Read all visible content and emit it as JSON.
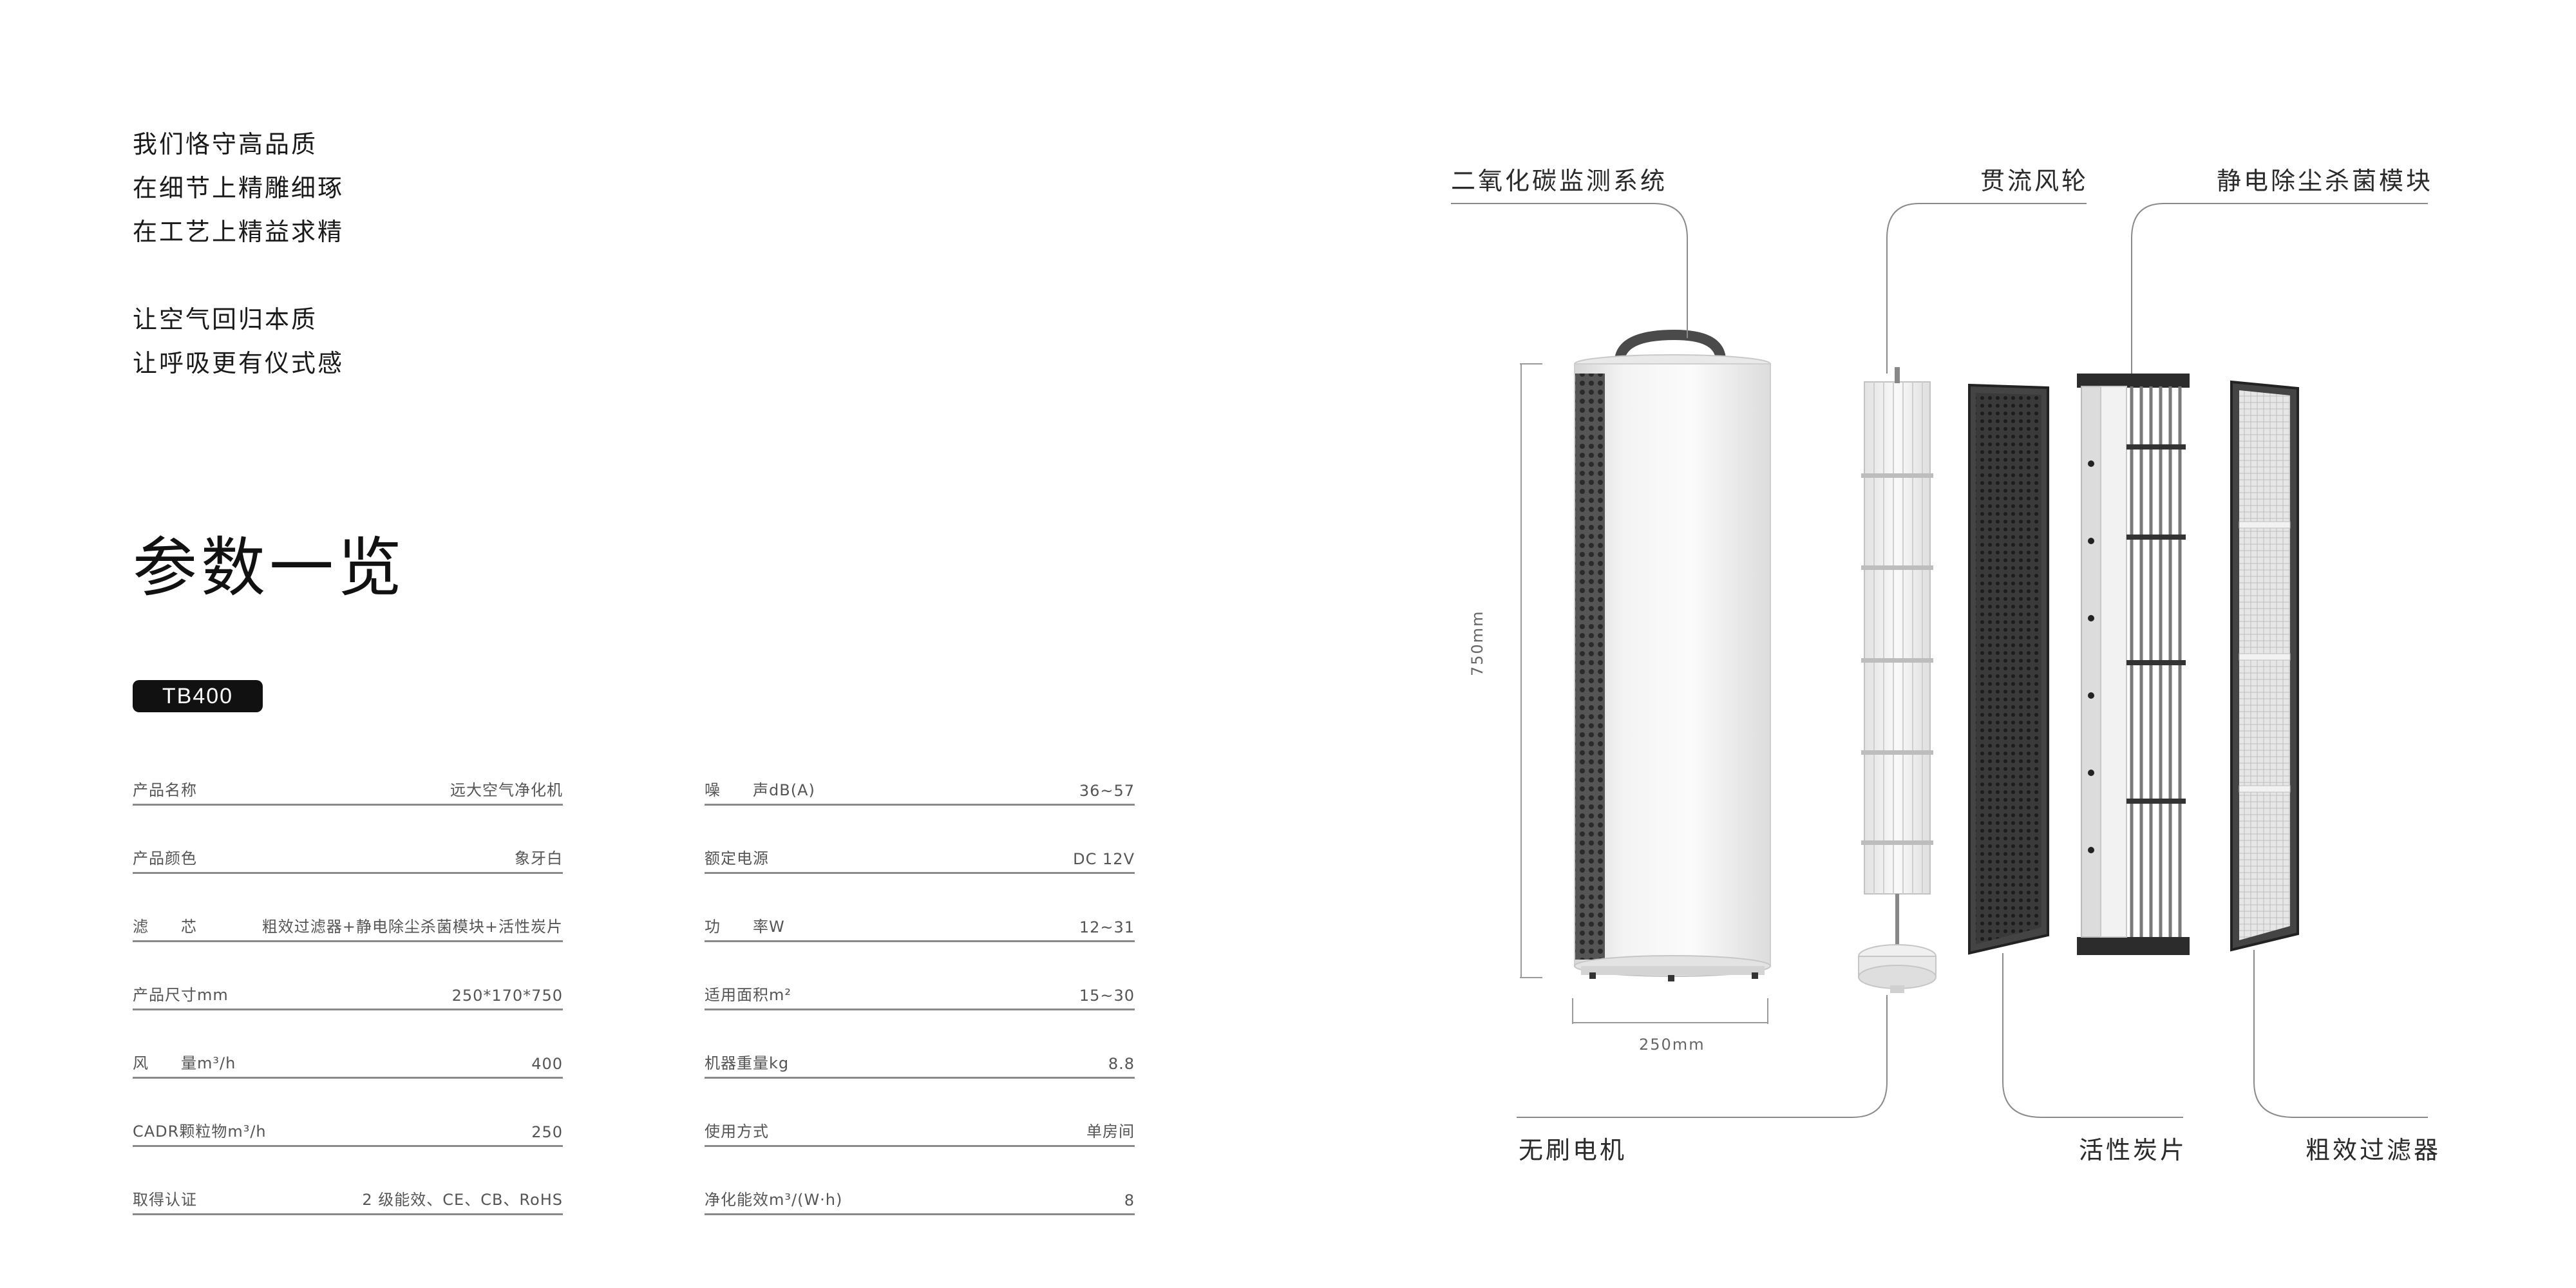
{
  "intro": {
    "lines_a": [
      "我们恪守高品质",
      "在细节上精雕细琢",
      "在工艺上精益求精"
    ],
    "lines_b": [
      "让空气回归本质",
      "让呼吸更有仪式感"
    ]
  },
  "heading": "参数一览",
  "model_badge": "TB400",
  "specs_left": [
    {
      "label": "产品名称",
      "value": "远大空气净化机"
    },
    {
      "label": "产品颜色",
      "value": "象牙白"
    },
    {
      "label": "滤　　芯",
      "value": "粗效过滤器+静电除尘杀菌模块+活性炭片"
    },
    {
      "label": "产品尺寸mm",
      "value": "250*170*750"
    },
    {
      "label": "风　　量m³/h",
      "value": "400"
    },
    {
      "label": "CADR颗粒物m³/h",
      "value": "250"
    },
    {
      "label": "取得认证",
      "value": "2 级能效、CE、CB、RoHS"
    }
  ],
  "specs_right": [
    {
      "label": "噪　　声dB(A)",
      "value": "36~57"
    },
    {
      "label": "额定电源",
      "value": "DC 12V"
    },
    {
      "label": "功　　率W",
      "value": "12~31"
    },
    {
      "label": "适用面积m²",
      "value": "15~30"
    },
    {
      "label": "机器重量kg",
      "value": "8.8"
    },
    {
      "label": "使用方式",
      "value": "单房间"
    },
    {
      "label": "净化能效m³/(W·h)",
      "value": "8"
    }
  ],
  "callouts": {
    "co2": "二氧化碳监测系统",
    "fan": "贯流风轮",
    "esp": "静电除尘杀菌模块",
    "motor": "无刷电机",
    "carbon": "活性炭片",
    "coarse": "粗效过滤器"
  },
  "dimensions": {
    "height": "750mm",
    "width": "250mm"
  },
  "colors": {
    "text_dark": "#1a1a1a",
    "line_gray": "#8a8a8a",
    "badge_bg": "#111111"
  }
}
